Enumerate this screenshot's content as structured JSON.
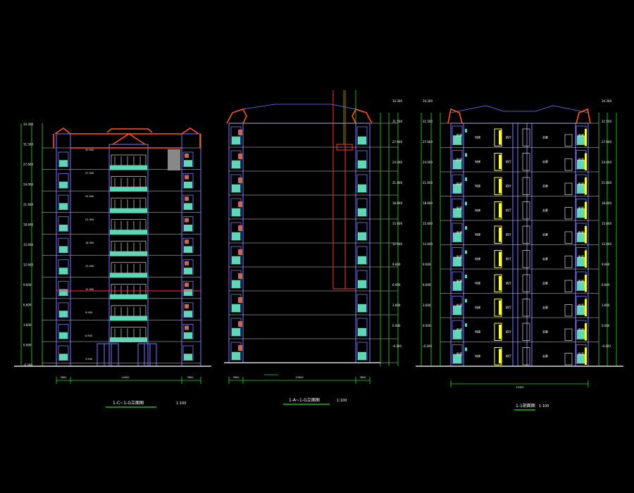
{
  "drawings": [
    {
      "id": "elevation-front",
      "title": "1-C~1-G立面图",
      "scale": "1:100",
      "dim_bottom": [
        "3600",
        "14400",
        "3600"
      ],
      "elev_left": [
        "34.300",
        "31.500",
        "27.600",
        "24.000",
        "21.600",
        "18.600",
        "15.600",
        "12.600",
        "9.600",
        "6.600",
        "3.600",
        "0.000",
        "-0.300"
      ],
      "elev_inner": [
        "30.900",
        "27.900",
        "24.900",
        "21.900",
        "18.900",
        "15.900",
        "12.900",
        "9.900",
        "6.900",
        "3.900"
      ]
    },
    {
      "id": "elevation-side",
      "title": "1-A~1-G立面图",
      "scale": "1:100",
      "dim_bottom": [
        "3600",
        "13500",
        "3600"
      ],
      "elev_right": [
        "34.300",
        "31.500",
        "27.600",
        "24.000",
        "21.600",
        "18.600",
        "15.600",
        "12.600",
        "9.600",
        "6.600",
        "3.600",
        "0.000",
        "-0.300"
      ]
    },
    {
      "id": "section",
      "title": "1-1剖面图",
      "scale": "1:100",
      "dim_bottom": [
        "14400"
      ],
      "elev_left": [
        "34.300",
        "31.500",
        "27.600",
        "24.000",
        "21.600",
        "18.600",
        "15.600",
        "12.600",
        "9.600",
        "6.600",
        "3.600",
        "0.000",
        "-0.300"
      ],
      "elev_right": [
        "34.300",
        "31.500",
        "27.600",
        "24.000",
        "21.600",
        "18.600",
        "15.600",
        "12.600",
        "9.600",
        "6.600",
        "3.600",
        "0.000",
        "-0.300"
      ],
      "room_labels": [
        "卧室",
        "电梯",
        "前厅",
        "走廊",
        "卧室"
      ]
    }
  ],
  "colors": {
    "background": "#000000",
    "dimension": "#22e022",
    "facade": "#7a78ff",
    "window_glass": "#5fd6b6",
    "roof": "#ff5522",
    "highlight": "#ffff33",
    "text": "#ffffff",
    "brick": "#c46a55"
  }
}
